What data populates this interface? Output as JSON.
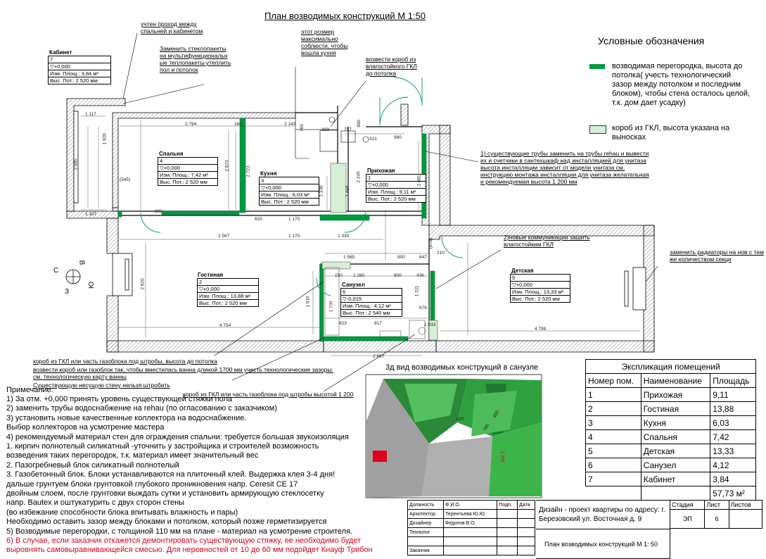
{
  "title": "План возводимых конструкций М 1:50",
  "legend": {
    "heading": "Условные обозначения",
    "items": [
      {
        "text": "возводимая перегородка, высота до потолка( учесть технологический зазор  между потолком и последним блоком), чтобы стена осталось целой, т.к. дом дает усадку)",
        "color": "#009a3e"
      },
      {
        "text": "короб из ГКЛ, высота указана на выносках",
        "color": "#d7efd7"
      }
    ]
  },
  "rooms": [
    {
      "name": "Кабинет",
      "number": "7",
      "level": "▽+0,000",
      "area": "Изм. Площ.: 3,84 м²",
      "height": "Выс. Пот.:  2 520 мм"
    },
    {
      "name": "Спальня",
      "number": "4",
      "level": "▽+0,000",
      "area": "Изм. Площ.: 7,42 м²",
      "height": "Выс. Пот.:  2 520 мм"
    },
    {
      "name": "Кухня",
      "number": "3",
      "level": "▽+0,000",
      "area": "Изм. Площ.: 6,03 м²",
      "height": "Выс. Пот.:  2 520 мм"
    },
    {
      "name": "Прихожая",
      "number": "1",
      "level": "▽+0,000",
      "area": "Изм. Площ.: 9,11 м²",
      "height": "Выс. Пот.:  2 520 мм"
    },
    {
      "name": "Гостиная",
      "number": "2",
      "level": "▽+0,000",
      "area": "Изм. Площ.: 13,88 м²",
      "height": "Выс. Пот.:  2 520 мм"
    },
    {
      "name": "Санузел",
      "number": "6",
      "level": "▽-0,015",
      "area": "Изм. Площ.: 4,12 м²",
      "height": "Выс. Пот.:  2 540 мм"
    },
    {
      "name": "Детская",
      "number": "5",
      "level": "▽+0,000",
      "area": "Изм. Площ.: 13,33 м²",
      "height": "Выс. Пот.:  2 520 мм"
    }
  ],
  "callouts": {
    "passage": "учтен проход между спальней и кабинетом",
    "window": "Заменить стеклопакеты на мультифункциональн ые теплопакеты утеплить пол и потолок",
    "size": "этот розмер максимально соблюсти, чтобы вошла кухня",
    "box": "возвести короб из влагостойкого ГКЛ до потолка",
    "pipes": "1) существующие трубы заменить на трубы rehau и вывести их и счетчики в сантехшкаф над инсталляцией для унитаза высота инсталляции зависит от модели унитаза см. инструкцию монтажа инсталляции для унитаза желательная и рекомендуемая высота 1 200 мм",
    "comms": "2)новые коммуникации зашить влагостойким ГКЛ",
    "radiators": "заменить радиаторы на нов с тем же количеством секци",
    "box_partial": "короб из ГКЛ или часть газоблока под штробы, высота до потолка",
    "bath": "возвести короб или газоблок так, чтобы вместилась ванна длиной 1700 мм учесть технологические зазоры: см. технологическую карту ванны",
    "bearing": "Существующую несущую стену нельзя штробить",
    "box_1200": "короб из ГКЛ или часть газоблока под штробы высотой 1 200"
  },
  "compass": {
    "n": "С",
    "e": "В",
    "s": "Ю",
    "w": "З"
  },
  "dimensions": [
    "1 117",
    "2 794",
    "160",
    "2 143",
    "765",
    "393",
    "757",
    "900",
    "321",
    "980",
    "2 673",
    "2 723",
    "620",
    "1 170",
    "1 338",
    "1 448",
    "2 245",
    "2 481",
    "1 107",
    "800",
    "2 567",
    "1 170",
    "1 330",
    "(545)",
    "1 565",
    "800",
    "647",
    "(878)",
    "210",
    "150",
    "1 280",
    "800",
    "436",
    "1 211",
    "1 033",
    "676",
    "923",
    "917",
    "4 754",
    "4 799",
    "2 867",
    "1 915",
    "2 920",
    "3 085",
    "1 920",
    "1 700"
  ],
  "view3d": {
    "title": "3д вид возводимых конструкций в санузле",
    "labels": [
      "1 200",
      "100",
      "450",
      "780",
      "1 200"
    ]
  },
  "notes": {
    "heading": "Примечание:",
    "lines": [
      "1) За отм. +0,000 принять уровень существующей стяжки пола",
      "2) заменить трубы водоснабжение на rehau (по огласованию с заказчиком)",
      "3) установить новые качественные коллектора на водоснабжение.",
      "Выбор коллекторов на усмотрение мастера",
      "4) рекомендуемый материал стен для ограждения спальни: требуется большая звукоизоляция",
      "1. кирпич полнотелый силикатный -уточнить у застройщика и строителей возможность",
      "возведения таких перегородок, т.к. материал имеет значительный вес",
      "2. Пазогребневый блок силикатный полнотелый",
      "3. Газобетонный блок. Блоки устанавливаются на плиточный клей. Выдержка клея 3-4 дня!",
      "дальше грунтуем блоки  грунтовкой глубокого проникновения напр. Ceresit CE 17",
      "двойным слоем, после грунтовки выждать сутки и установить армирующую стеклосетку",
      "напр. Bautex и оштукатурить с двух сторон стены",
      "(во избежание способности блока впитывать влажность и пары)",
      "Необходимо оставить зазор между блоками и потолком, который позже герметизируется",
      "5) Возводимые перегородки, с толщиной 110 мм на плане - материал на усмотрение строителя."
    ],
    "red_lines": [
      "6) В случае, если заказчик откажется демонтировать существующую стяжку, ее необходимо будет",
      "выровнять самовыравнивающейся смесью. Для неровностей от 10 до 60 мм подойдет Кнауф Трибон"
    ]
  },
  "explication": {
    "title": "Экспликация помещений",
    "headers": [
      "Номер пом.",
      "Наименование",
      "Площадь"
    ],
    "rows": [
      [
        "1",
        "Прихожая",
        "9,11"
      ],
      [
        "2",
        "Гостиная",
        "13,88"
      ],
      [
        "3",
        "Кухня",
        "6,03"
      ],
      [
        "4",
        "Спальня",
        "7,42"
      ],
      [
        "5",
        "Детская",
        "13,33"
      ],
      [
        "6",
        "Санузел",
        "4,12"
      ],
      [
        "7",
        "Кабинет",
        "3,84"
      ]
    ],
    "total": "57,73 м²"
  },
  "stamp": {
    "headers": [
      "Должность",
      "Ф.И.О.",
      "Подп.",
      "Дата"
    ],
    "rows": [
      [
        "Архитектор",
        "Терентьева Ю.Ю."
      ],
      [
        "Дизайнер",
        "Федотов В.О."
      ],
      [
        "Технолог",
        ""
      ],
      [
        "",
        ""
      ],
      [
        "Заказчик",
        ""
      ]
    ],
    "project": "Дизайн - проект квартиры по адресу: г. Березовский ул. Восточная д. 9",
    "sheet_title": "План возводимых конструкций М 1: 50",
    "stage_h": "Стадия",
    "sheet_h": "Лист",
    "sheets_h": "Листов",
    "stage": "ЭП",
    "sheet": "6",
    "sheets": ""
  }
}
